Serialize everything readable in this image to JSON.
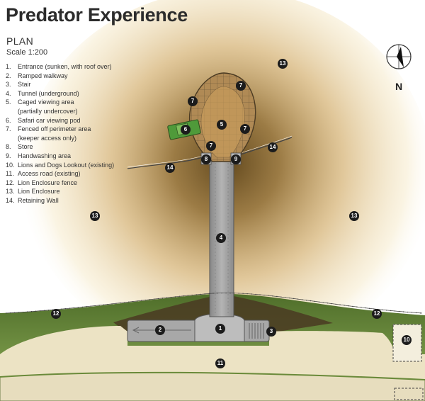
{
  "title": "Predator Experience",
  "subtitle": "PLAN",
  "scale": "Scale 1:200",
  "legend": [
    {
      "num": "1.",
      "text": "Entrance (sunken, with roof over)",
      "sub": ""
    },
    {
      "num": "2.",
      "text": "Ramped walkway",
      "sub": ""
    },
    {
      "num": "3.",
      "text": "Stair",
      "sub": ""
    },
    {
      "num": "4.",
      "text": "Tunnel (underground)",
      "sub": ""
    },
    {
      "num": "5.",
      "text": "Caged viewing area",
      "sub": "(partially undercover)"
    },
    {
      "num": "6.",
      "text": "Safari car viewing pod",
      "sub": ""
    },
    {
      "num": "7.",
      "text": "Fenced off perimeter area",
      "sub": "(keeper access only)"
    },
    {
      "num": "8.",
      "text": "Store",
      "sub": ""
    },
    {
      "num": "9.",
      "text": "Handwashing area",
      "sub": ""
    },
    {
      "num": "10.",
      "text": "Lions and Dogs Lookout (existing)",
      "sub": ""
    },
    {
      "num": "11.",
      "text": "Access road (existing)",
      "sub": ""
    },
    {
      "num": "12.",
      "text": "Lion Enclosure fence",
      "sub": ""
    },
    {
      "num": "13.",
      "text": "Lion Enclosure",
      "sub": ""
    },
    {
      "num": "14.",
      "text": "Retaining Wall",
      "sub": ""
    }
  ],
  "compass": {
    "label": "N"
  },
  "markers": [
    "1",
    "2",
    "3",
    "4",
    "5",
    "6",
    "7",
    "7",
    "7",
    "7",
    "8",
    "9",
    "10",
    "11",
    "12",
    "12",
    "13",
    "13",
    "13",
    "14",
    "14"
  ],
  "colors": {
    "grass": "#6f8f3e",
    "sand": "#ece3c4",
    "tunnel": "#9c9c9c",
    "glow": "#c99a3c"
  }
}
